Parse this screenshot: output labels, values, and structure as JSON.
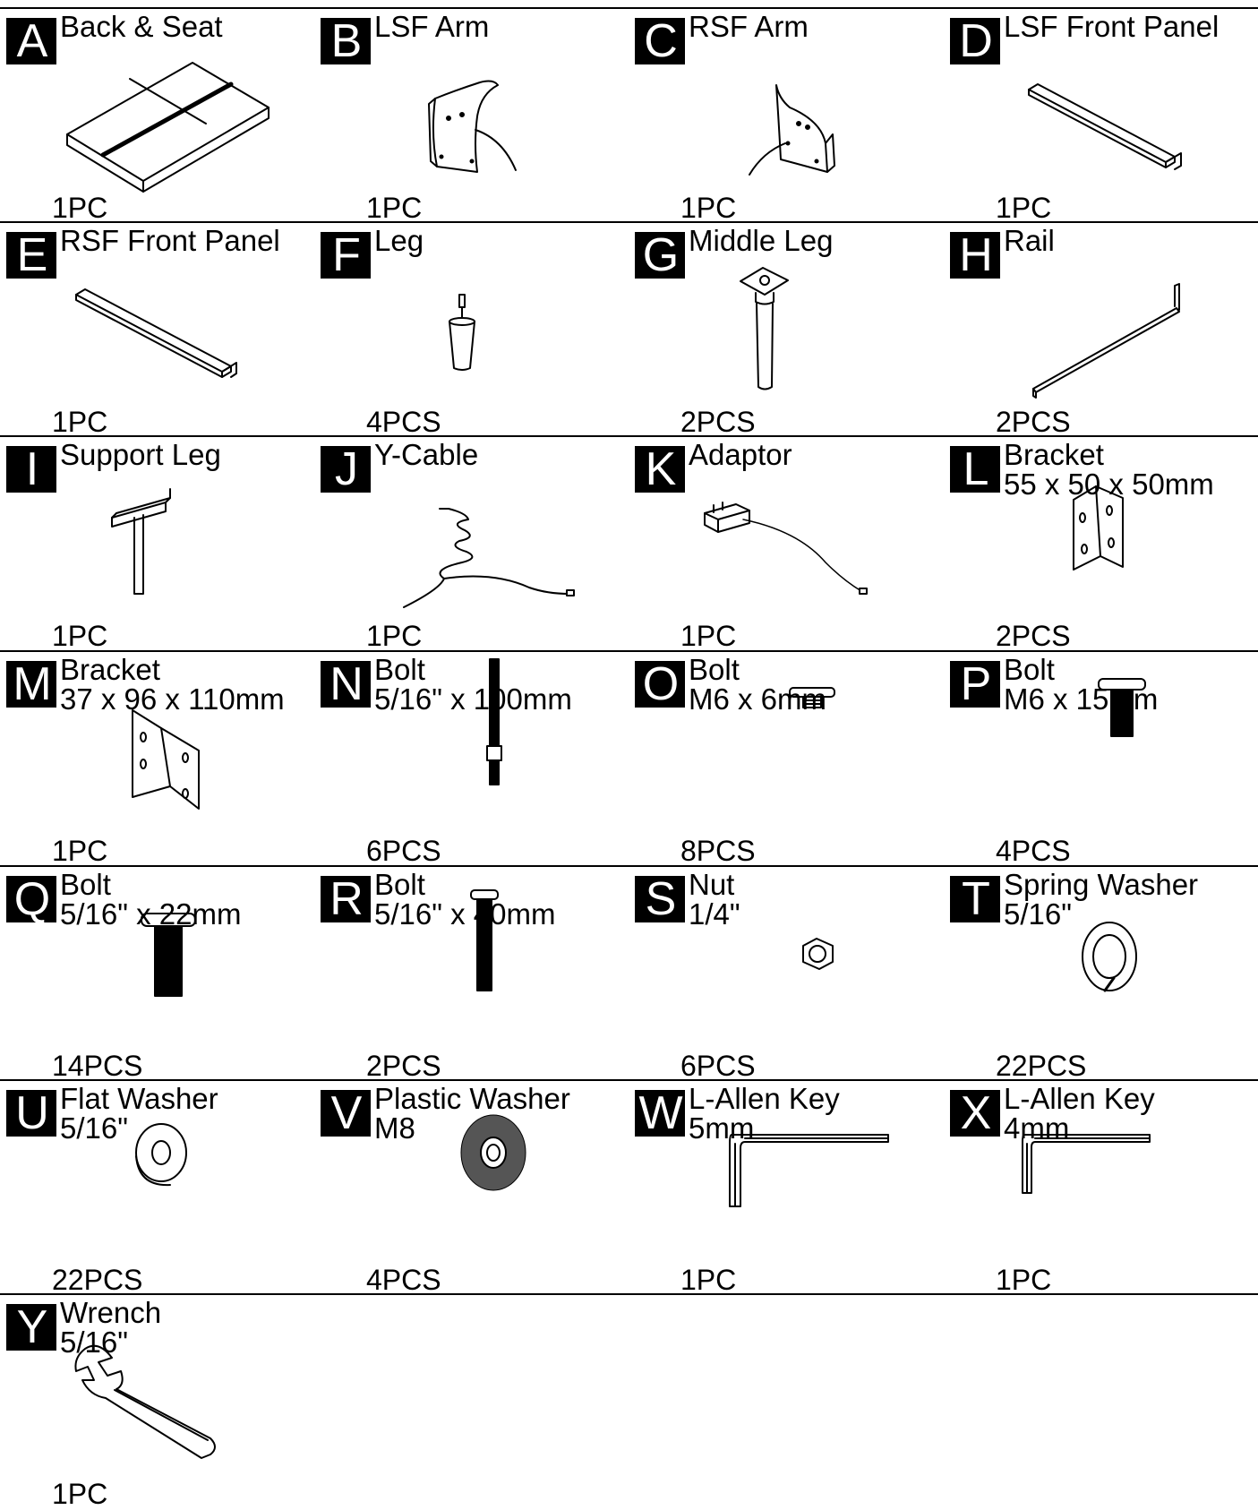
{
  "parts": [
    {
      "letter": "A",
      "name": "Back & Seat",
      "spec": "",
      "qty": "1PC",
      "icon": "seat-cushion-icon"
    },
    {
      "letter": "B",
      "name": "LSF Arm",
      "spec": "",
      "qty": "1PC",
      "icon": "left-arm-panel-icon"
    },
    {
      "letter": "C",
      "name": "RSF Arm",
      "spec": "",
      "qty": "1PC",
      "icon": "right-arm-panel-icon"
    },
    {
      "letter": "D",
      "name": "LSF Front Panel",
      "spec": "",
      "qty": "1PC",
      "icon": "front-panel-icon"
    },
    {
      "letter": "E",
      "name": "RSF Front Panel",
      "spec": "",
      "qty": "1PC",
      "icon": "front-panel-icon"
    },
    {
      "letter": "F",
      "name": "Leg",
      "spec": "",
      "qty": "4PCS",
      "icon": "tapered-leg-icon"
    },
    {
      "letter": "G",
      "name": "Middle Leg",
      "spec": "",
      "qty": "2PCS",
      "icon": "middle-leg-icon"
    },
    {
      "letter": "H",
      "name": "Rail",
      "spec": "",
      "qty": "2PCS",
      "icon": "rail-icon"
    },
    {
      "letter": "I",
      "name": "Support Leg",
      "spec": "",
      "qty": "1PC",
      "icon": "support-leg-icon"
    },
    {
      "letter": "J",
      "name": "Y-Cable",
      "spec": "",
      "qty": "1PC",
      "icon": "y-cable-icon"
    },
    {
      "letter": "K",
      "name": "Adaptor",
      "spec": "",
      "qty": "1PC",
      "icon": "power-adaptor-icon"
    },
    {
      "letter": "L",
      "name": "Bracket",
      "spec": "55 x 50 x 50mm",
      "qty": "2PCS",
      "icon": "small-bracket-icon"
    },
    {
      "letter": "M",
      "name": "Bracket",
      "spec": "37 x 96 x 110mm",
      "qty": "1PC",
      "icon": "large-bracket-icon"
    },
    {
      "letter": "N",
      "name": "Bolt",
      "spec": "5/16\" x 100mm",
      "qty": "6PCS",
      "icon": "threaded-rod-icon"
    },
    {
      "letter": "O",
      "name": "Bolt",
      "spec": "M6 x 6mm",
      "qty": "8PCS",
      "icon": "short-bolt-icon"
    },
    {
      "letter": "P",
      "name": "Bolt",
      "spec": "M6 x 15mm",
      "qty": "4PCS",
      "icon": "bolt-icon"
    },
    {
      "letter": "Q",
      "name": "Bolt",
      "spec": "5/16\" x 22mm",
      "qty": "14PCS",
      "icon": "bolt-icon"
    },
    {
      "letter": "R",
      "name": "Bolt",
      "spec": "5/16\" x 40mm",
      "qty": "2PCS",
      "icon": "long-bolt-icon"
    },
    {
      "letter": "S",
      "name": "Nut",
      "spec": "1/4\"",
      "qty": "6PCS",
      "icon": "hex-nut-icon"
    },
    {
      "letter": "T",
      "name": "Spring Washer",
      "spec": "5/16\"",
      "qty": "22PCS",
      "icon": "spring-washer-icon"
    },
    {
      "letter": "U",
      "name": "Flat Washer",
      "spec": "5/16\"",
      "qty": "22PCS",
      "icon": "flat-washer-icon"
    },
    {
      "letter": "V",
      "name": "Plastic Washer",
      "spec": "M8",
      "qty": "4PCS",
      "icon": "plastic-washer-icon"
    },
    {
      "letter": "W",
      "name": "L-Allen Key",
      "spec": "5mm",
      "qty": "1PC",
      "icon": "allen-key-icon"
    },
    {
      "letter": "X",
      "name": "L-Allen Key",
      "spec": "4mm",
      "qty": "1PC",
      "icon": "allen-key-icon"
    },
    {
      "letter": "Y",
      "name": "Wrench",
      "spec": "5/16\"",
      "qty": "1PC",
      "icon": "wrench-icon"
    }
  ]
}
